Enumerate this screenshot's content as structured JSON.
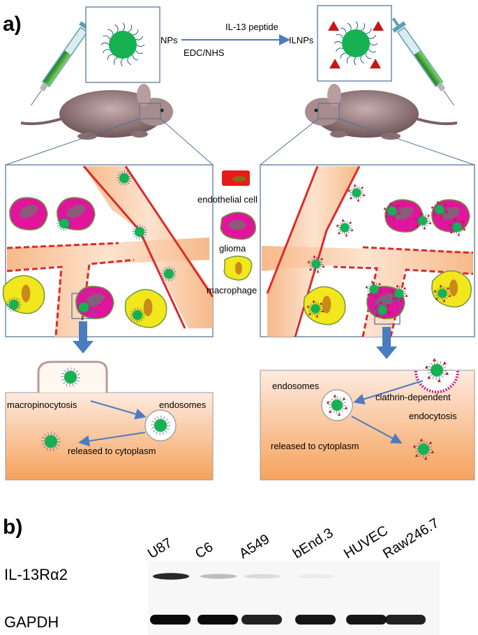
{
  "panel_a": {
    "label": "a)",
    "nps_label": "NPs",
    "peptide_label": "IL-13 peptide",
    "coupling_label": "EDC/NHS",
    "ilnps_label": "ILNPs",
    "legend": {
      "endothelial": "endothelial cell",
      "glioma": "glioma",
      "macrophage": "macrophage"
    },
    "left_uptake": {
      "mechanism": "macropinocytosis",
      "endosomes": "endosomes",
      "release": "released to cytoplasm"
    },
    "right_uptake": {
      "endosomes": "endosomes",
      "mechanism_line1": "clathrin-dependent",
      "mechanism_line2": "endocytosis",
      "release": "released to cytoplasm"
    }
  },
  "panel_b": {
    "label": "b)",
    "lanes": [
      "U87",
      "C6",
      "A549",
      "bEnd.3",
      "HUVEC",
      "Raw246.7"
    ],
    "row_labels": [
      "IL-13Rα2",
      "GAPDH"
    ],
    "il13ra2_intensity": [
      0.9,
      0.25,
      0.12,
      0.05,
      0.0,
      0.0
    ],
    "gapdh_intensity": [
      1.0,
      1.0,
      0.9,
      0.95,
      0.95,
      0.9
    ]
  },
  "colors": {
    "np_core": "#16b150",
    "peptide": "#c41818",
    "glioma": "#e0159c",
    "macrophage": "#f2e61c",
    "vessel_wall": "#dd2a2a",
    "arrow": "#4a7cc0"
  }
}
